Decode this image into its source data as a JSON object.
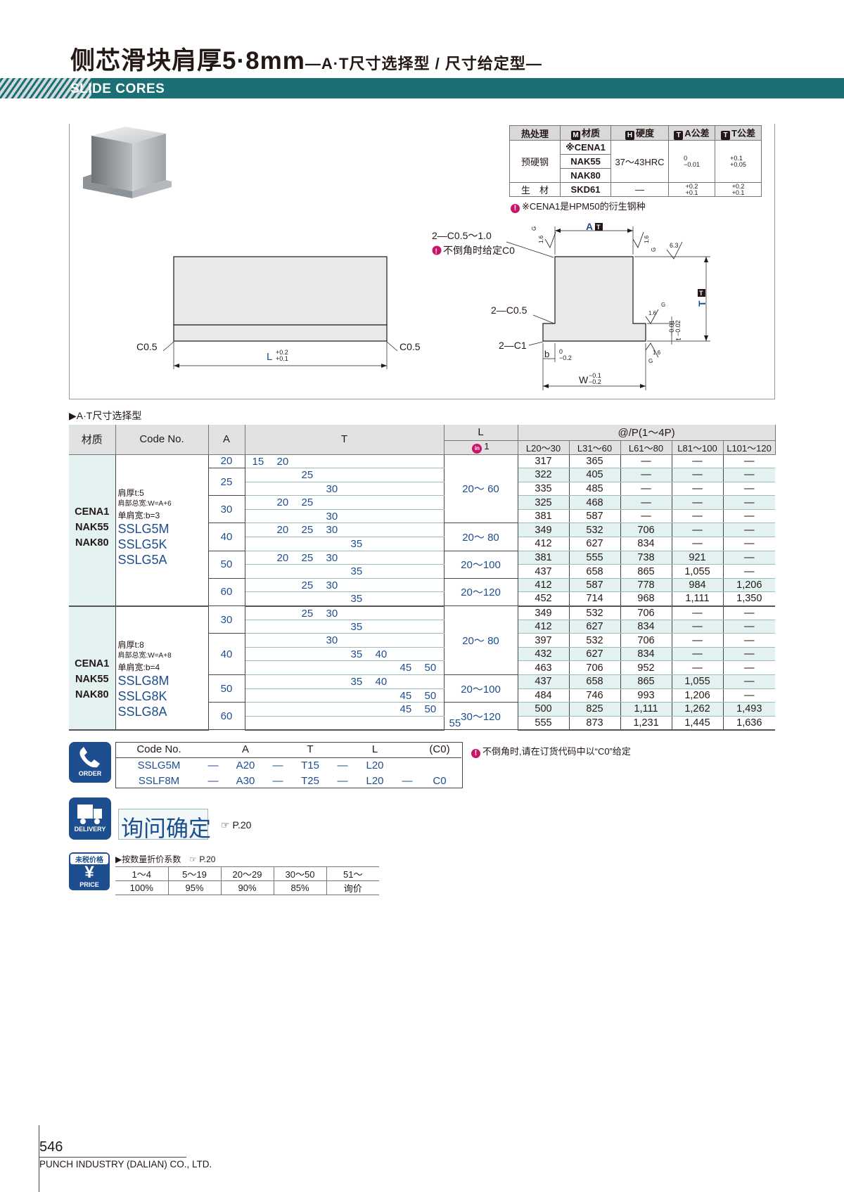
{
  "header": {
    "title_main": "侧芯滑块肩厚5·8mm",
    "title_sub": "—A·T尺寸选择型 / 尺寸给定型—",
    "section": "SLIDE CORES"
  },
  "material_table": {
    "headers": [
      "热处理",
      "材质",
      "硬度",
      "A公差",
      "T公差"
    ],
    "header_icons": [
      "M",
      "H",
      "T",
      "T"
    ],
    "row1_heat": "预硬钢",
    "row1_materials": [
      "※CENA1",
      "NAK55",
      "NAK80"
    ],
    "row1_hardness": "37～43HRC",
    "row1_a_tol": [
      "0",
      "−0.01"
    ],
    "row1_t_tol": [
      "+0.1",
      "+0.05"
    ],
    "row2_heat": "生　材",
    "row2_material": "SKD61",
    "row2_hardness": "—",
    "row2_a_tol": [
      "+0.2",
      "+0.1"
    ],
    "row2_t_tol": [
      "+0.2",
      "+0.1"
    ],
    "note": "※CENA1是HPM50的衍生钢种"
  },
  "drawing": {
    "left_c05_a": "C0.5",
    "left_c05_b": "C0.5",
    "l_label": "L",
    "l_tol": [
      "+0.2",
      "+0.1"
    ],
    "chamfer_top": "2—C0.5～1.0",
    "chamfer_note": "不倒角时给定C0",
    "a_label": "A",
    "a_icon": "T",
    "t_label": "T",
    "t_icon": "T",
    "c05_2": "2—C0.5",
    "c1_2": "2—C1",
    "b_label": "b",
    "b_tol": [
      "0",
      "−0.2"
    ],
    "w_label": "W",
    "w_tol": [
      "−0.1",
      "−0.2"
    ],
    "t_small": "t",
    "t_small_tol": [
      "−0.01",
      "−0.02"
    ],
    "rough_16": "1.6",
    "rough_63": "6.3",
    "g": "G"
  },
  "section_label": "▶A·T尺寸选择型",
  "main_table": {
    "col_material": "材质",
    "col_code": "Code No.",
    "col_a": "A",
    "col_t": "T",
    "col_l": "L",
    "l_unit": "1",
    "l_unit_icon": "in",
    "col_price": "@/P(1～4P)",
    "price_ranges": [
      "L20～30",
      "L31～60",
      "L61～80",
      "L81～100",
      "L101～120"
    ],
    "groups": [
      {
        "materials": [
          "CENA1",
          "NAK55",
          "NAK80"
        ],
        "notes": [
          "肩厚t:5",
          "肩部总宽:W=A+6",
          "单肩宽:b=3"
        ],
        "codes": [
          "SSLG5M",
          "SSLG5K",
          "SSLG5A"
        ],
        "rows": [
          {
            "a": "20",
            "t": [
              [
                "15",
                0
              ],
              [
                "20",
                1
              ]
            ],
            "l": "20～ 60",
            "prices": [
              "317",
              "365",
              "—",
              "—",
              "—"
            ]
          },
          {
            "a": "25",
            "t": [
              [
                "25",
                2
              ]
            ],
            "prices": [
              "322",
              "405",
              "—",
              "—",
              "—"
            ]
          },
          {
            "t": [
              [
                "30",
                3
              ]
            ],
            "prices": [
              "335",
              "485",
              "—",
              "—",
              "—"
            ]
          },
          {
            "a": "30",
            "t": [
              [
                "20",
                1
              ],
              [
                "25",
                2
              ]
            ],
            "prices": [
              "325",
              "468",
              "—",
              "—",
              "—"
            ]
          },
          {
            "t": [
              [
                "30",
                3
              ]
            ],
            "prices": [
              "381",
              "587",
              "—",
              "—",
              "—"
            ]
          },
          {
            "a": "40",
            "t": [
              [
                "20",
                1
              ],
              [
                "25",
                2
              ],
              [
                "30",
                3
              ]
            ],
            "l": "20～ 80",
            "prices": [
              "349",
              "532",
              "706",
              "—",
              "—"
            ]
          },
          {
            "t": [
              [
                "35",
                4
              ]
            ],
            "prices": [
              "412",
              "627",
              "834",
              "—",
              "—"
            ]
          },
          {
            "a": "50",
            "t": [
              [
                "20",
                1
              ],
              [
                "25",
                2
              ],
              [
                "30",
                3
              ]
            ],
            "l": "20～100",
            "prices": [
              "381",
              "555",
              "738",
              "921",
              "—"
            ]
          },
          {
            "t": [
              [
                "35",
                4
              ]
            ],
            "prices": [
              "437",
              "658",
              "865",
              "1,055",
              "—"
            ]
          },
          {
            "a": "60",
            "t": [
              [
                "25",
                2
              ],
              [
                "30",
                3
              ]
            ],
            "l": "20～120",
            "prices": [
              "412",
              "587",
              "778",
              "984",
              "1,206"
            ]
          },
          {
            "t": [
              [
                "35",
                4
              ]
            ],
            "prices": [
              "452",
              "714",
              "968",
              "1,111",
              "1,350"
            ]
          }
        ]
      },
      {
        "materials": [
          "CENA1",
          "NAK55",
          "NAK80"
        ],
        "notes": [
          "肩厚t:8",
          "肩部总宽:W=A+8",
          "单肩宽:b=4"
        ],
        "codes": [
          "SSLG8M",
          "SSLG8K",
          "SSLG8A"
        ],
        "rows": [
          {
            "a": "30",
            "t": [
              [
                "25",
                1
              ],
              [
                "30",
                2
              ]
            ],
            "l": "20～ 80",
            "prices": [
              "349",
              "532",
              "706",
              "—",
              "—"
            ]
          },
          {
            "t": [
              [
                "35",
                3
              ]
            ],
            "prices": [
              "412",
              "627",
              "834",
              "—",
              "—"
            ]
          },
          {
            "a": "40",
            "t": [
              [
                "30",
                2
              ]
            ],
            "prices": [
              "397",
              "532",
              "706",
              "—",
              "—"
            ]
          },
          {
            "t": [
              [
                "35",
                3
              ],
              [
                "40",
                4
              ]
            ],
            "prices": [
              "432",
              "627",
              "834",
              "—",
              "—"
            ]
          },
          {
            "t": [
              [
                "45",
                5
              ],
              [
                "50",
                6
              ]
            ],
            "prices": [
              "463",
              "706",
              "952",
              "—",
              "—"
            ]
          },
          {
            "a": "50",
            "t": [
              [
                "35",
                3
              ],
              [
                "40",
                4
              ]
            ],
            "l": "20～100",
            "prices": [
              "437",
              "658",
              "865",
              "1,055",
              "—"
            ]
          },
          {
            "t": [
              [
                "45",
                5
              ],
              [
                "50",
                6
              ]
            ],
            "prices": [
              "484",
              "746",
              "993",
              "1,206",
              "—"
            ]
          },
          {
            "a": "60",
            "t": [
              [
                "45",
                5
              ],
              [
                "50",
                6
              ]
            ],
            "l": "30～120",
            "prices": [
              "500",
              "825",
              "1,111",
              "1,262",
              "1,493"
            ]
          },
          {
            "t": [
              [
                "55",
                7
              ]
            ],
            "prices": [
              "555",
              "873",
              "1,231",
              "1,445",
              "1,636"
            ]
          }
        ]
      }
    ]
  },
  "order": {
    "icon_label": "ORDER",
    "headers": [
      "Code No.",
      "A",
      "T",
      "L",
      "(C0)"
    ],
    "row1": [
      "SSLG5M",
      "—",
      "A20",
      "—",
      "T15",
      "—",
      "L20",
      "",
      ""
    ],
    "row2": [
      "SSLF8M",
      "—",
      "A30",
      "—",
      "T25",
      "—",
      "L20",
      "—",
      "C0"
    ],
    "note": "不倒角时,请在订货代码中以“C0”给定"
  },
  "delivery": {
    "icon_label": "DELIVERY",
    "text": "询问确定",
    "ref": "P.20"
  },
  "price": {
    "icon_top": "未税价格",
    "icon_symbol": "¥",
    "icon_label": "PRICE",
    "title": "▶按数量折价系数",
    "ref": "P.20",
    "qty": [
      "1～4",
      "5～19",
      "20～29",
      "30～50",
      "51～"
    ],
    "rate": [
      "100%",
      "95%",
      "90%",
      "85%",
      "询价"
    ]
  },
  "footer": {
    "page": "546",
    "company": "PUNCH INDUSTRY (DALIAN) CO., LTD."
  }
}
